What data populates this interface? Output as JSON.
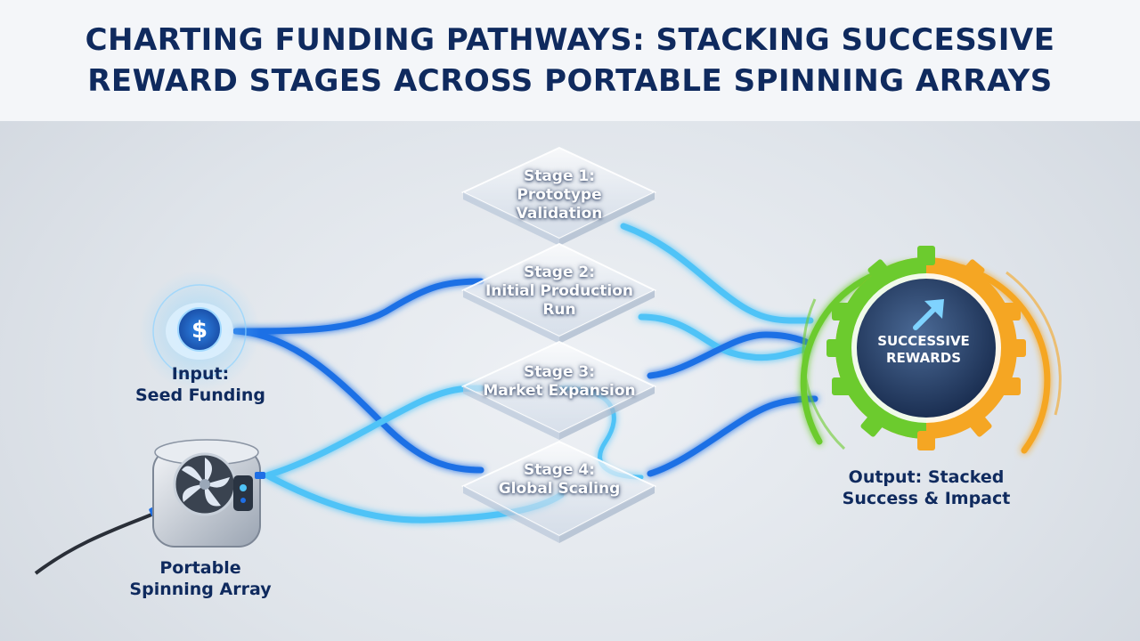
{
  "title": {
    "line1": "CHARTING FUNDING PATHWAYS: STACKING SUCCESSIVE",
    "line2": "REWARD STAGES ACROSS PORTABLE SPINNING ARRAYS"
  },
  "input": {
    "icon": "dollar-icon",
    "label_line1": "Input:",
    "label_line2": "Seed Funding"
  },
  "device": {
    "icon": "fan-icon",
    "label_line1": "Portable",
    "label_line2": "Spinning Array"
  },
  "stages": [
    {
      "line1": "Stage 1:",
      "line2": "Prototype",
      "line3": "Validation"
    },
    {
      "line1": "Stage 2:",
      "line2": "Initial Production",
      "line3": "Run"
    },
    {
      "line1": "Stage 3:",
      "line2": "Market Expansion"
    },
    {
      "line1": "Stage 4:",
      "line2": "Global Scaling"
    }
  ],
  "output": {
    "gear_line1": "SUCCESSIVE",
    "gear_line2": "REWARDS",
    "icon": "arrow-up-right-icon",
    "label_line1": "Output: Stacked",
    "label_line2": "Success & Impact"
  },
  "colors": {
    "title": "#0f2a5e",
    "path_blue": "#1f6fe5",
    "path_cyan": "#4fc3f7",
    "gear_green": "#6ccb2e",
    "gear_orange": "#f5a623",
    "gear_core": "#1e3a66"
  }
}
